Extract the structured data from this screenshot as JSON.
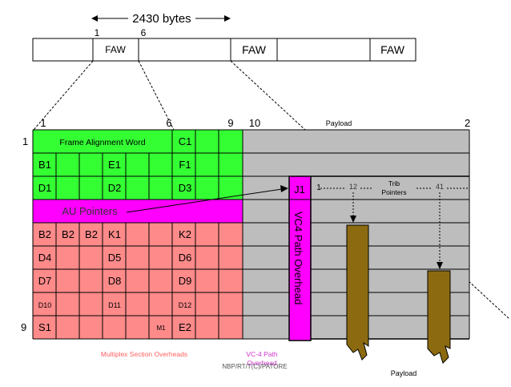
{
  "colors": {
    "green": "#33ff33",
    "magenta": "#ff00ff",
    "pink": "#ff8a8a",
    "gray": "#bdbdbd",
    "brown": "#8b6a10",
    "red_label": "#ff6060",
    "purple_label": "#cc33cc"
  },
  "top_frame": {
    "size_label": "2430 bytes",
    "col_marker_1": "1",
    "col_marker_6": "6",
    "faw_1": "FAW",
    "faw_2": "FAW",
    "faw_3": "FAW"
  },
  "grid": {
    "col_labels": [
      "1",
      "6",
      "9",
      "10",
      "2"
    ],
    "row_label_1": "1",
    "row_label_9": "9",
    "payload_top": "Payload",
    "frame_alignment_word": "Frame Alignment Word",
    "au_pointers": "AU Pointers",
    "cells": {
      "C1": "C1",
      "B1": "B1",
      "E1": "E1",
      "F1": "F1",
      "D1": "D1",
      "D2": "D2",
      "D3": "D3",
      "B2a": "B2",
      "B2b": "B2",
      "B2c": "B2",
      "K1": "K1",
      "K2": "K2",
      "D4": "D4",
      "D5": "D5",
      "D6": "D6",
      "D7": "D7",
      "D8": "D8",
      "D9": "D9",
      "D10": "D10",
      "D11": "D11",
      "D12": "D12",
      "S1": "S1",
      "M1": "M1",
      "E2": "E2"
    }
  },
  "vc4": {
    "j1": "J1",
    "j1_marker": "1",
    "path_overhead": "VC4 Path Overhead",
    "col_12": "12",
    "col_41": "41",
    "trib_pointers_1": "Trib",
    "trib_pointers_2": "Pointers"
  },
  "footer": {
    "multiplex_section": "Multiplex Section Overheads",
    "vc4_path_1": "VC-4 Path",
    "vc4_path_2": "Overhead",
    "watermark": "NBP/RT/T(C)/PATORE",
    "payload_bottom": "Payload"
  }
}
